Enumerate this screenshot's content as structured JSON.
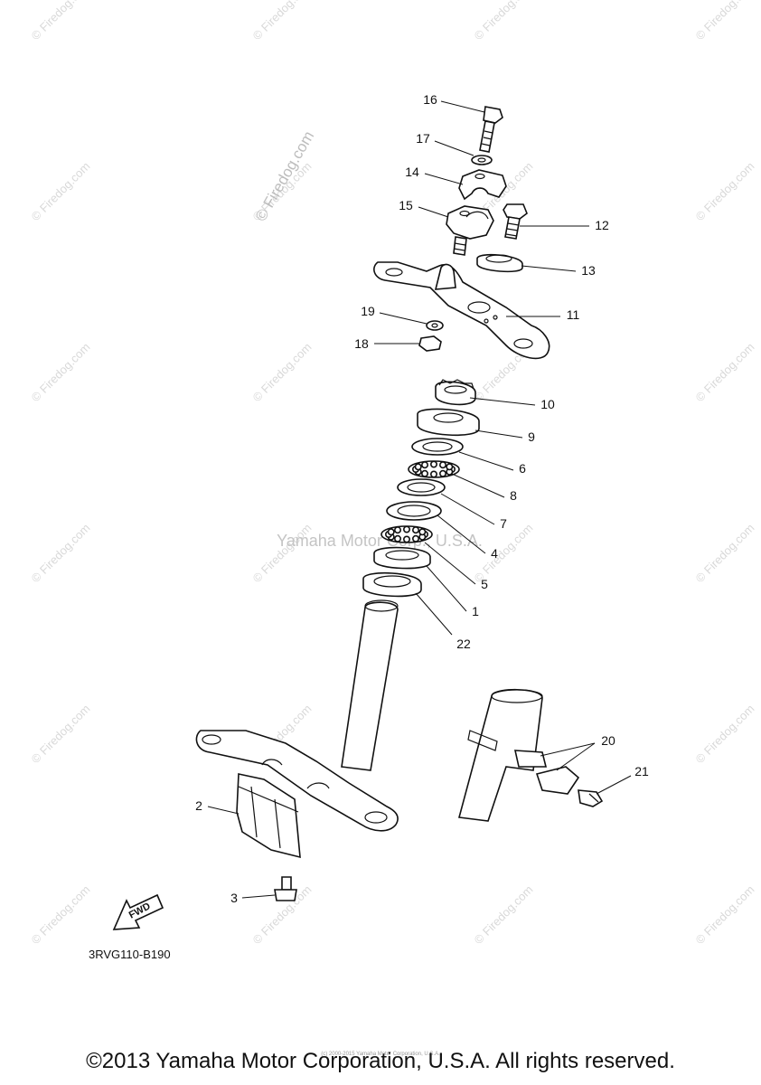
{
  "watermark": {
    "repeat_text": "© Firedog.com",
    "center_text": "Yamaha Motor Corp., U.S.A."
  },
  "diagram_code": "3RVG110-B190",
  "fwd_label": "FWD",
  "fine_print": "(c) 2000-2015 Yamaha Motor Corporation, U.S.A.",
  "copyright": "©2013 Yamaha Motor Corporation, U.S.A. All rights reserved.",
  "callouts": [
    {
      "number": "16",
      "part": "bolt"
    },
    {
      "number": "17",
      "part": "washer"
    },
    {
      "number": "14",
      "part": "handlebar-holder-upper"
    },
    {
      "number": "15",
      "part": "handlebar-holder-lower"
    },
    {
      "number": "12",
      "part": "bolt"
    },
    {
      "number": "13",
      "part": "damper"
    },
    {
      "number": "11",
      "part": "upper-bracket"
    },
    {
      "number": "19",
      "part": "washer"
    },
    {
      "number": "18",
      "part": "nut"
    },
    {
      "number": "10",
      "part": "ring-nut"
    },
    {
      "number": "9",
      "part": "cover"
    },
    {
      "number": "6",
      "part": "ball-race"
    },
    {
      "number": "8",
      "part": "ball"
    },
    {
      "number": "7",
      "part": "ball-race"
    },
    {
      "number": "4",
      "part": "ball-race"
    },
    {
      "number": "5",
      "part": "ball"
    },
    {
      "number": "1",
      "part": "ball-race"
    },
    {
      "number": "22",
      "part": "seal"
    },
    {
      "number": "20",
      "part": "hose-holder"
    },
    {
      "number": "21",
      "part": "bolt"
    },
    {
      "number": "2",
      "part": "guard"
    },
    {
      "number": "3",
      "part": "bolt"
    }
  ]
}
